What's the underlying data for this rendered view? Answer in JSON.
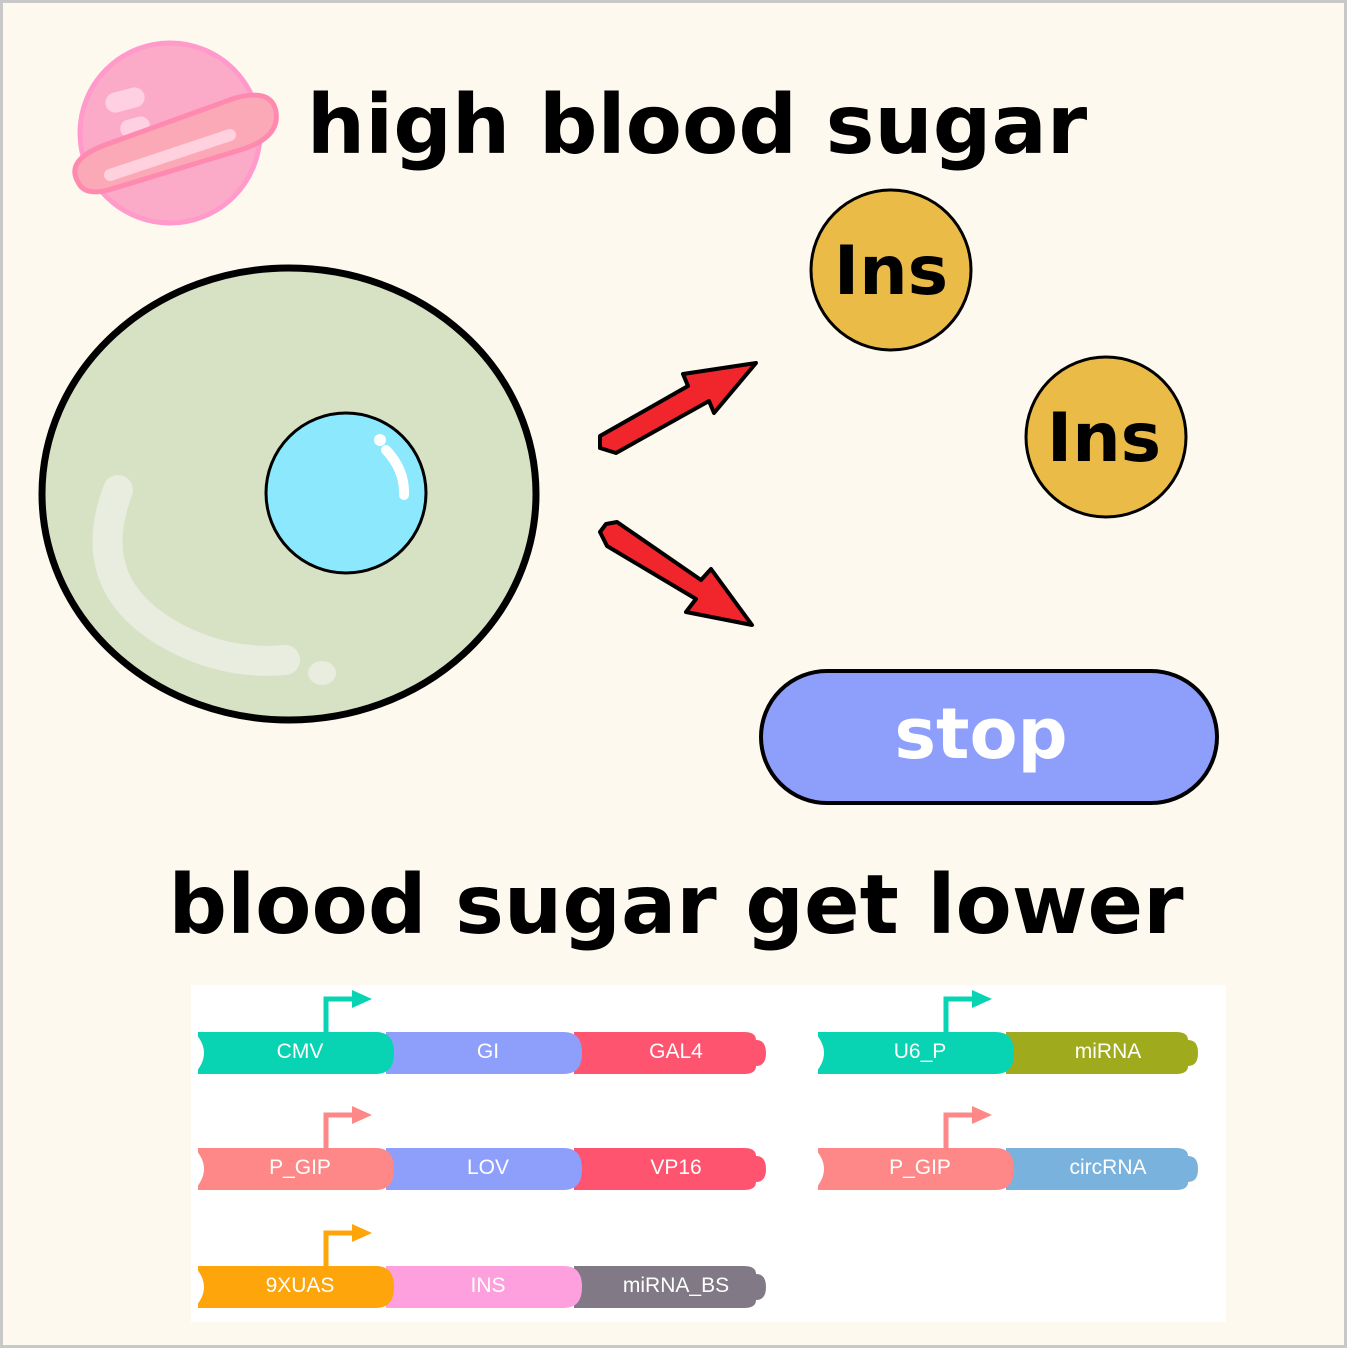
{
  "title_top": "high blood sugar",
  "title_bottom": "blood sugar get lower",
  "insulin_label": "Ins",
  "stop_label": "stop",
  "colors": {
    "background": "#fef9ee",
    "frame": "#c8c8c8",
    "cell_fill": "#d7e1c4",
    "nucleus_fill": "#8be8fd",
    "insulin_fill": "#ebbb47",
    "stop_fill": "#8e9ffb",
    "arrow_fill": "#f0262c",
    "planet_fill": "#fbaac8"
  },
  "circuits": [
    {
      "promoter": "CMV",
      "parts": [
        "GI",
        "GAL4"
      ]
    },
    {
      "promoter": "P_GIP",
      "parts": [
        "LOV",
        "VP16"
      ]
    },
    {
      "promoter": "9XUAS",
      "parts": [
        "INS",
        "miRNA_BS"
      ]
    },
    {
      "promoter": "U6_P",
      "parts": [
        "miRNA"
      ]
    },
    {
      "promoter": "P_GIP",
      "parts": [
        "circRNA"
      ]
    }
  ],
  "part_colors": {
    "CMV": "#08d3b2",
    "U6_P": "#08d3b2",
    "P_GIP": "#fe8888",
    "9XUAS": "#fda50a",
    "GI": "#8e9ffb",
    "LOV": "#8e9ffb",
    "GAL4": "#ff5470",
    "VP16": "#ff5470",
    "INS": "#fda0dd",
    "miRNA_BS": "#817a86",
    "miRNA": "#9faa1c",
    "circRNA": "#78b2dd"
  }
}
